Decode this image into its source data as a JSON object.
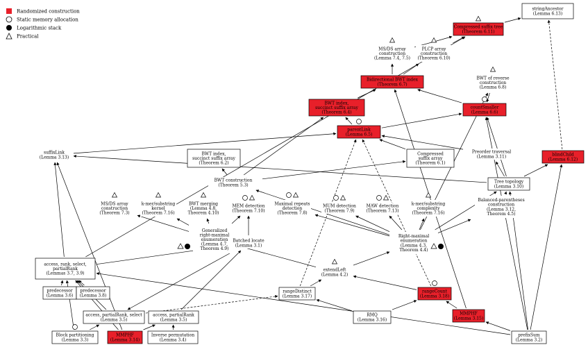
{
  "colors": {
    "randomized": "#e8202a",
    "static": "#ffffff",
    "stroke": "#000000"
  },
  "legend": [
    {
      "id": "randomized",
      "shape": "square",
      "label": "Randomized construction"
    },
    {
      "id": "static",
      "shape": "circle-open",
      "label": "Static memory allocation"
    },
    {
      "id": "log",
      "shape": "circle-filled",
      "label": "Logarithmic stack"
    },
    {
      "id": "practical",
      "shape": "triangle",
      "label": "Practical"
    }
  ],
  "nodes": [
    {
      "id": "stringAncestor",
      "lines": [
        "stringAncestor",
        "(Lemma 6.13)"
      ],
      "style": "box"
    },
    {
      "id": "cst",
      "lines": [
        "Compressed suffix tree",
        "(Theorem 6.11)"
      ],
      "style": "red",
      "marks": [
        "tri"
      ]
    },
    {
      "id": "msds_array_74",
      "lines": [
        "MS/DS array",
        "construction",
        "(Lemma 7.4, 7.5)"
      ],
      "style": "none",
      "marks": [
        "tri"
      ]
    },
    {
      "id": "plcp",
      "lines": [
        "PLCP array",
        "construction",
        "(Theorem 6.10)"
      ],
      "style": "none",
      "marks": [
        "tri"
      ]
    },
    {
      "id": "bidir_bwt",
      "lines": [
        "Bidirectional BWT index",
        "(Theorem 6.7)"
      ],
      "style": "red"
    },
    {
      "id": "bwt_reverse",
      "lines": [
        "BWT of reverse",
        "construction",
        "(Lemma 6.8)"
      ],
      "style": "none",
      "marks": [
        "tri"
      ]
    },
    {
      "id": "bwt_index_64",
      "lines": [
        "BWT index,",
        "succinct suffix array",
        "(Theorem 6.4)"
      ],
      "style": "red"
    },
    {
      "id": "countSmaller",
      "lines": [
        "countSmaller",
        "(Lemma 6.6)"
      ],
      "style": "red",
      "marks": [
        "circ"
      ]
    },
    {
      "id": "parentLink",
      "lines": [
        "parentLink",
        "(Lemma 6.5)"
      ],
      "style": "red",
      "marks": [
        "circ"
      ]
    },
    {
      "id": "suffixLink",
      "lines": [
        "suffixLink",
        "(Lemma 3.13)"
      ],
      "style": "none"
    },
    {
      "id": "bwt_index_62",
      "lines": [
        "BWT index,",
        "succinct suffix array",
        "(Theorem 6.2)"
      ],
      "style": "box"
    },
    {
      "id": "comp_sa",
      "lines": [
        "Compressed",
        "suffix array",
        "(Theorem 6.1)"
      ],
      "style": "box"
    },
    {
      "id": "preorder",
      "lines": [
        "Preorder traversal",
        "(Lemma 3.11)"
      ],
      "style": "none"
    },
    {
      "id": "blindChild",
      "lines": [
        "blindChild",
        "(Lemma 6.12)"
      ],
      "style": "red"
    },
    {
      "id": "bwt_construction",
      "lines": [
        "BWT construction",
        "(Theorem 5.3)"
      ],
      "style": "none"
    },
    {
      "id": "tree_topology",
      "lines": [
        "Tree topology",
        "(Lemma 3.10)"
      ],
      "style": "box"
    },
    {
      "id": "msds_array_73",
      "lines": [
        "MS/DS array",
        "construction",
        "(Theorem 7.3)"
      ],
      "style": "none",
      "marks": [
        "tri"
      ]
    },
    {
      "id": "kmer_kernel",
      "lines": [
        "k-mer/substring",
        "kernel",
        "(Theorem 7.16)"
      ],
      "style": "none",
      "marks": [
        "tri"
      ]
    },
    {
      "id": "bwt_merging",
      "lines": [
        "BWT merging",
        "(Lemma 4.8,",
        "Theorem 4.10)"
      ],
      "style": "none",
      "marks": [
        "tri"
      ]
    },
    {
      "id": "mem_detection",
      "lines": [
        "MEM detection",
        "(Theorem 7.10)"
      ],
      "style": "none",
      "marks": [
        "circ",
        "tri"
      ]
    },
    {
      "id": "maximal_repeats",
      "lines": [
        "Maximal repeats",
        "detection",
        "(Theorem 7.8)"
      ],
      "style": "none",
      "marks": [
        "circ",
        "tri"
      ]
    },
    {
      "id": "mum_detection",
      "lines": [
        "MUM detection",
        "(Theorem 7.9)"
      ],
      "style": "none",
      "marks": [
        "circ",
        "tri"
      ]
    },
    {
      "id": "maw_detection",
      "lines": [
        "MAW detection",
        "(Theorem 7.13)"
      ],
      "style": "none",
      "marks": [
        "circ",
        "tri"
      ]
    },
    {
      "id": "kmer_complexity",
      "lines": [
        "k-mer/substring",
        "complexity",
        "(Theorem 7.16)"
      ],
      "style": "none",
      "marks": [
        "tri"
      ]
    },
    {
      "id": "balanced_paren",
      "lines": [
        "Balanced-parentheses",
        "construction",
        "(Lemma 3.12,",
        "Theorem 4.5)"
      ],
      "style": "none"
    },
    {
      "id": "gen_rightmax",
      "lines": [
        "Generalized",
        "right-maximal",
        "enumeration",
        "(Lemma 4.7,",
        "Theorem 4.9)"
      ],
      "style": "none"
    },
    {
      "id": "batched_locate",
      "lines": [
        "Batched locate",
        "(Lemma 3.1)"
      ],
      "style": "none"
    },
    {
      "id": "rightmax_enum",
      "lines": [
        "Right-maximal",
        "enumeration",
        "(Lemma 4.3,",
        "Theorem 4.4)"
      ],
      "style": "none"
    },
    {
      "id": "access_rank_select_37",
      "lines": [
        "access, rank, select,",
        "partialRank",
        "(Lemmas 3.7, 3.9)"
      ],
      "style": "box"
    },
    {
      "id": "extendLeft",
      "lines": [
        "extendLeft",
        "(Lemma 4.2)"
      ],
      "style": "none",
      "marks": [
        "tri"
      ]
    },
    {
      "id": "predecessor_36",
      "lines": [
        "predecessor",
        "(Lemma 3.6)"
      ],
      "style": "box"
    },
    {
      "id": "predecessor_38",
      "lines": [
        "predecessor",
        "(Lemma 3.8)"
      ],
      "style": "box"
    },
    {
      "id": "rangeDistinct",
      "lines": [
        "rangeDistinct",
        "(Lemma 3.17)"
      ],
      "style": "box"
    },
    {
      "id": "rangeCount",
      "lines": [
        "rangeCount",
        "(Lemma 3.18)"
      ],
      "style": "red",
      "marks": [
        "circ"
      ]
    },
    {
      "id": "rmq",
      "lines": [
        "RMQ",
        "(Lemma 3.16)"
      ],
      "style": "box"
    },
    {
      "id": "access_rank_select_35",
      "lines": [
        "access, partialRank, select",
        "(Lemma 3.5)"
      ],
      "style": "box"
    },
    {
      "id": "access_partialRank",
      "lines": [
        "access, partialRank",
        "(Lemma 3.5)"
      ],
      "style": "box"
    },
    {
      "id": "mmphf_315",
      "lines": [
        "MMPHF",
        "(Lemma 3.15)"
      ],
      "style": "red"
    },
    {
      "id": "block_partitioning",
      "lines": [
        "Block partitioning",
        "(Lemma 3.3)"
      ],
      "style": "box",
      "marks": [
        "circ"
      ]
    },
    {
      "id": "mmphf_314",
      "lines": [
        "MMPHF",
        "(Lemma 3.14)"
      ],
      "style": "red"
    },
    {
      "id": "inverse_permutation",
      "lines": [
        "Inverse permutation",
        "(Lemma 3.4)"
      ],
      "style": "box"
    },
    {
      "id": "prefixSum",
      "lines": [
        "prefixSum",
        "(Lemma 3.2)"
      ],
      "style": "box"
    }
  ],
  "edges": [
    {
      "from": "cst",
      "to": "stringAncestor"
    },
    {
      "from": "blindChild",
      "to": "stringAncestor",
      "style": "dashed"
    },
    {
      "from": "msds_array_74",
      "to": "cst"
    },
    {
      "from": "plcp",
      "to": "cst"
    },
    {
      "from": "bidir_bwt",
      "to": "msds_array_74"
    },
    {
      "from": "bidir_bwt",
      "to": "plcp"
    },
    {
      "from": "bwt_index_64",
      "to": "bidir_bwt"
    },
    {
      "from": "countSmaller",
      "to": "bidir_bwt"
    },
    {
      "from": "bwt_reverse",
      "to": "countSmaller"
    },
    {
      "from": "parentLink",
      "to": "bwt_index_64"
    },
    {
      "from": "parentLink",
      "to": "countSmaller"
    },
    {
      "from": "suffixLink",
      "to": "parentLink"
    },
    {
      "from": "comp_sa",
      "to": "parentLink"
    },
    {
      "from": "preorder",
      "to": "parentLink"
    },
    {
      "from": "tree_topology",
      "to": "preorder"
    },
    {
      "from": "tree_topology",
      "to": "blindChild"
    },
    {
      "from": "tree_topology",
      "to": "countSmaller"
    },
    {
      "from": "tree_topology",
      "to": "suffixLink"
    },
    {
      "from": "bwt_construction",
      "to": "bwt_index_62"
    },
    {
      "from": "bwt_construction",
      "to": "comp_sa"
    },
    {
      "from": "bwt_construction",
      "to": "bwt_index_64"
    },
    {
      "from": "gen_rightmax",
      "to": "msds_array_73"
    },
    {
      "from": "gen_rightmax",
      "to": "kmer_kernel"
    },
    {
      "from": "gen_rightmax",
      "to": "bwt_merging"
    },
    {
      "from": "gen_rightmax",
      "to": "mem_detection"
    },
    {
      "from": "batched_locate",
      "to": "mem_detection"
    },
    {
      "from": "rightmax_enum",
      "to": "maximal_repeats"
    },
    {
      "from": "rightmax_enum",
      "to": "mum_detection"
    },
    {
      "from": "rightmax_enum",
      "to": "maw_detection"
    },
    {
      "from": "rightmax_enum",
      "to": "kmer_complexity"
    },
    {
      "from": "rightmax_enum",
      "to": "bwt_construction"
    },
    {
      "from": "rightmax_enum",
      "to": "tree_topology"
    },
    {
      "from": "rightmax_enum",
      "to": "balanced_paren"
    },
    {
      "from": "rightmax_enum",
      "to": "bwt_reverse"
    },
    {
      "from": "balanced_paren",
      "to": "tree_topology"
    },
    {
      "from": "extendLeft",
      "to": "rightmax_enum"
    },
    {
      "from": "extendLeft",
      "to": "gen_rightmax"
    },
    {
      "from": "access_rank_select_37",
      "to": "suffixLink"
    },
    {
      "from": "access_rank_select_37",
      "to": "batched_locate"
    },
    {
      "from": "predecessor_36",
      "to": "access_rank_select_37"
    },
    {
      "from": "predecessor_38",
      "to": "access_rank_select_37"
    },
    {
      "from": "rangeDistinct",
      "to": "extendLeft"
    },
    {
      "from": "rangeDistinct",
      "to": "parentLink",
      "style": "dashed"
    },
    {
      "from": "rangeCount",
      "to": "extendLeft"
    },
    {
      "from": "rangeCount",
      "to": "parentLink",
      "style": "dashed"
    },
    {
      "from": "rmq",
      "to": "rangeDistinct"
    },
    {
      "from": "rmq",
      "to": "rangeCount"
    },
    {
      "from": "access_rank_select_35",
      "to": "access_rank_select_37"
    },
    {
      "from": "access_rank_select_35",
      "to": "rangeDistinct",
      "style": "dashed"
    },
    {
      "from": "access_partialRank",
      "to": "batched_locate"
    },
    {
      "from": "mmphf_315",
      "to": "rangeCount"
    },
    {
      "from": "mmphf_315",
      "to": "bidir_bwt"
    },
    {
      "from": "block_partitioning",
      "to": "access_rank_select_35"
    },
    {
      "from": "block_partitioning",
      "to": "access_rank_select_37"
    },
    {
      "from": "mmphf_314",
      "to": "access_partialRank"
    },
    {
      "from": "mmphf_314",
      "to": "access_rank_select_37"
    },
    {
      "from": "inverse_permutation",
      "to": "access_partialRank"
    },
    {
      "from": "prefixSum",
      "to": "mmphf_315"
    },
    {
      "from": "prefixSum",
      "to": "blindChild"
    },
    {
      "from": "prefixSum",
      "to": "tree_topology"
    },
    {
      "from": "prefixSum",
      "to": "access_rank_select_37"
    },
    {
      "from": "prefixSum",
      "to": "countSmaller"
    },
    {
      "from": "mmphf_314",
      "to": "suffixLink"
    },
    {
      "from": "batched_locate",
      "to": "access_rank_select_35"
    },
    {
      "from": "access_rank_select_37",
      "to": "cst"
    }
  ]
}
